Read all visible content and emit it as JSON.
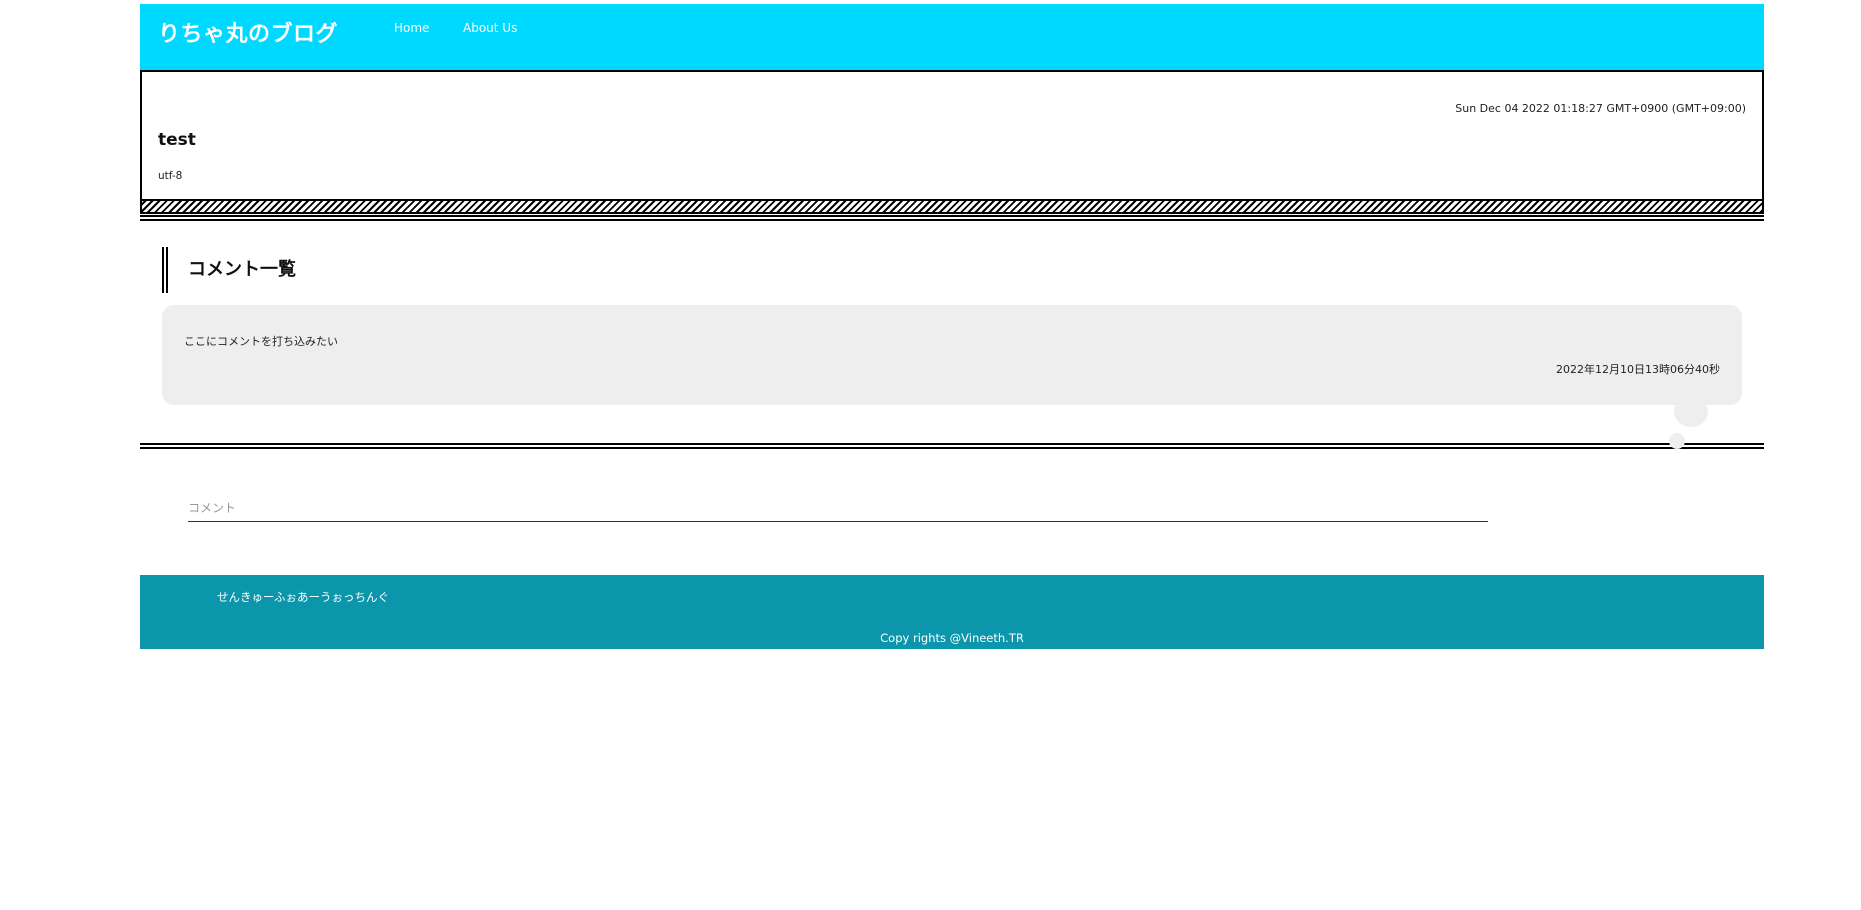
{
  "header": {
    "site_title": "りちゃ丸のブログ",
    "nav": {
      "home": "Home",
      "about": "About Us"
    }
  },
  "article": {
    "date": "Sun Dec 04 2022 01:18:27 GMT+0900 (GMT+09:00)",
    "title": "test",
    "body": "utf-8"
  },
  "comments": {
    "heading": "コメント一覧",
    "items": [
      {
        "text": "ここにコメントを打ち込みたい",
        "time": "2022年12月10日13時06分40秒"
      }
    ]
  },
  "comment_form": {
    "placeholder": "コメント"
  },
  "footer": {
    "tagline": "せんきゅーふぉあーうぉっちんぐ",
    "copyright": "Copy rights @Vineeth.TR"
  },
  "colors": {
    "header_bg": "#00d9ff",
    "footer_bg": "#0b96ab",
    "comment_bg": "#eeeeee"
  }
}
